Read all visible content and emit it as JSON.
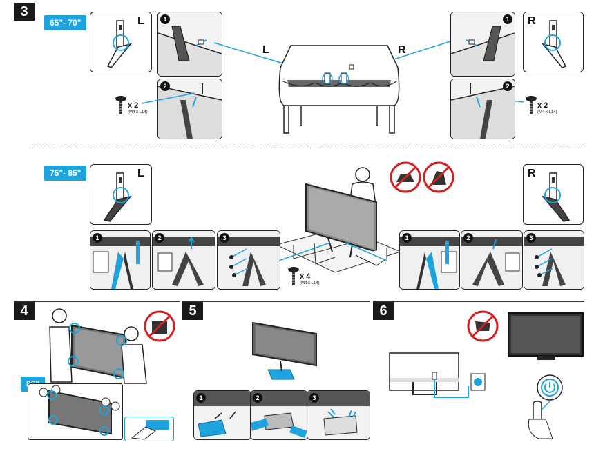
{
  "steps": {
    "s3": "3",
    "s4": "4",
    "s5": "5",
    "s6": "6"
  },
  "sizes": {
    "small": "65\"- 70\"",
    "large": "75\"- 85\"",
    "xl": "85\""
  },
  "labels": {
    "left": "L",
    "right": "R"
  },
  "substeps": [
    "1",
    "2",
    "3"
  ],
  "screws": {
    "x2_count": "x 2",
    "x2_spec": "(M4 x L14)",
    "x4_count": "x 4",
    "x4_spec": "(M4 x L14)"
  },
  "colors": {
    "accent": "#1fa3de",
    "dark": "#1a1a1a",
    "warning": "#d32020"
  }
}
